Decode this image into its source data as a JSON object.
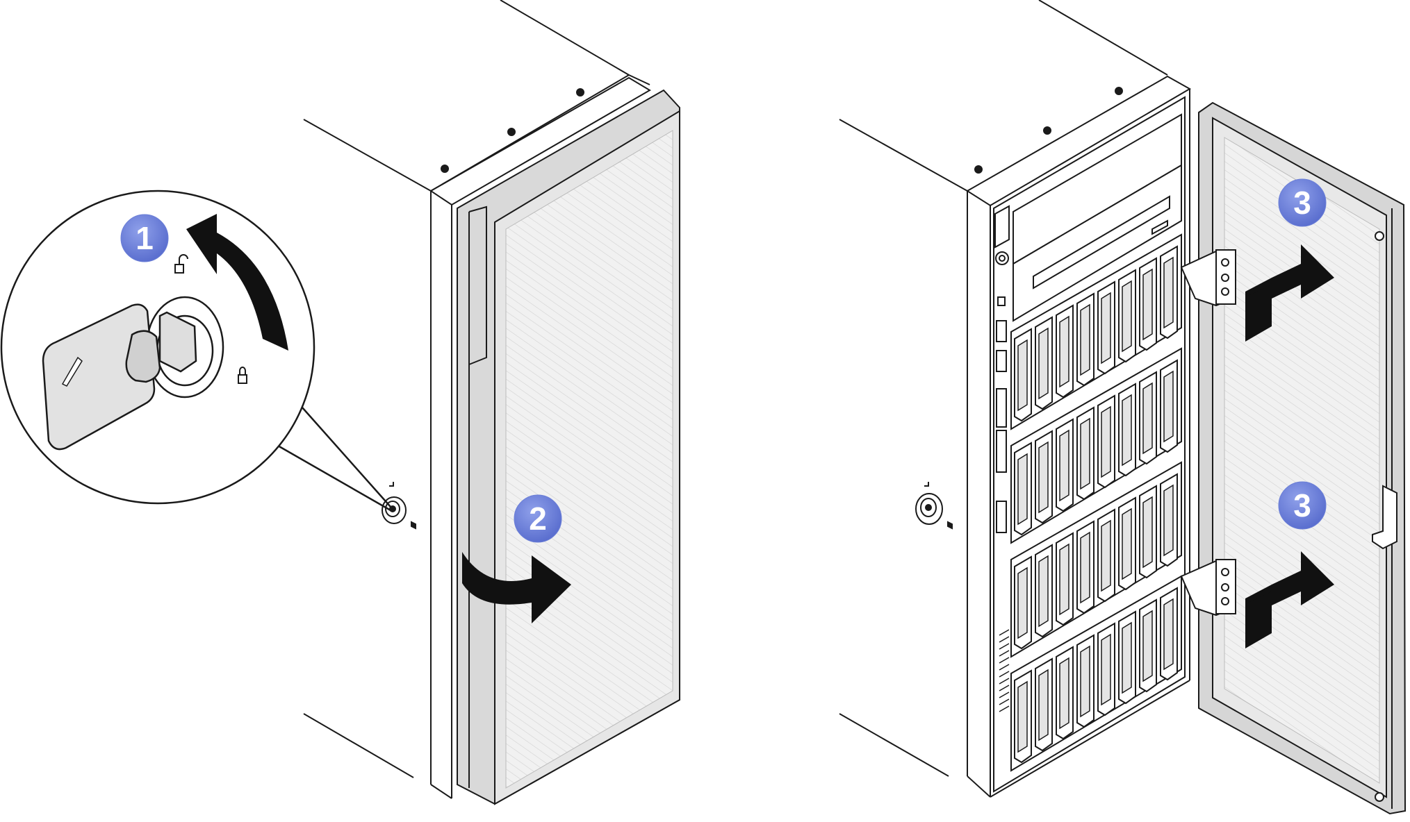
{
  "figure": {
    "callouts": [
      {
        "number": "1",
        "meaning": "rotate-key-to-unlock",
        "badge_color": "#6b7fd7"
      },
      {
        "number": "2",
        "meaning": "swing-front-door-open",
        "badge_color": "#6b7fd7"
      },
      {
        "number": "3",
        "meaning": "lift-door-off-hinges",
        "badge_color": "#6b7fd7"
      },
      {
        "number": "3",
        "meaning": "lift-door-off-hinges",
        "badge_color": "#6b7fd7"
      }
    ],
    "colors": {
      "line": "#1a1a1a",
      "door_panel": "#eeeeee",
      "door_frame": "#d6d6d6",
      "arrow": "#111111",
      "badge": "#6b7fd7"
    },
    "icons": [
      "key-icon",
      "lock-icon",
      "unlock-icon",
      "rotate-arrow-icon",
      "swing-arrow-icon",
      "lift-arrow-icon"
    ]
  }
}
